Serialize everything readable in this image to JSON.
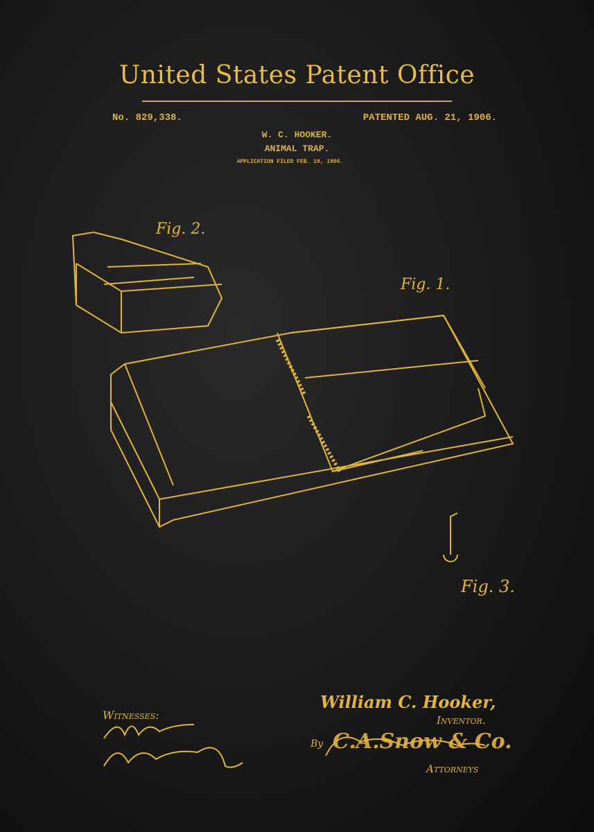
{
  "header": {
    "title": "United States Patent Office",
    "patent_number": "No. 829,338.",
    "patented_date": "PATENTED AUG. 21, 1906.",
    "inventor_name": "W. C. HOOKER.",
    "invention": "ANIMAL TRAP.",
    "application": "APPLICATION FILED FEB. 19, 1906."
  },
  "figures": {
    "fig1": "Fig. 1.",
    "fig2": "Fig. 2.",
    "fig3": "Fig. 3."
  },
  "footer": {
    "witnesses_label": "Witnesses:",
    "inventor_signature": "William C. Hooker,",
    "inventor_label": "Inventor.",
    "by_label": "By",
    "attorney_signature": "C.A.Snow & Co.",
    "attorneys_label": "Attorneys"
  },
  "colors": {
    "gold": "#e2b53a",
    "background": "#141414"
  }
}
